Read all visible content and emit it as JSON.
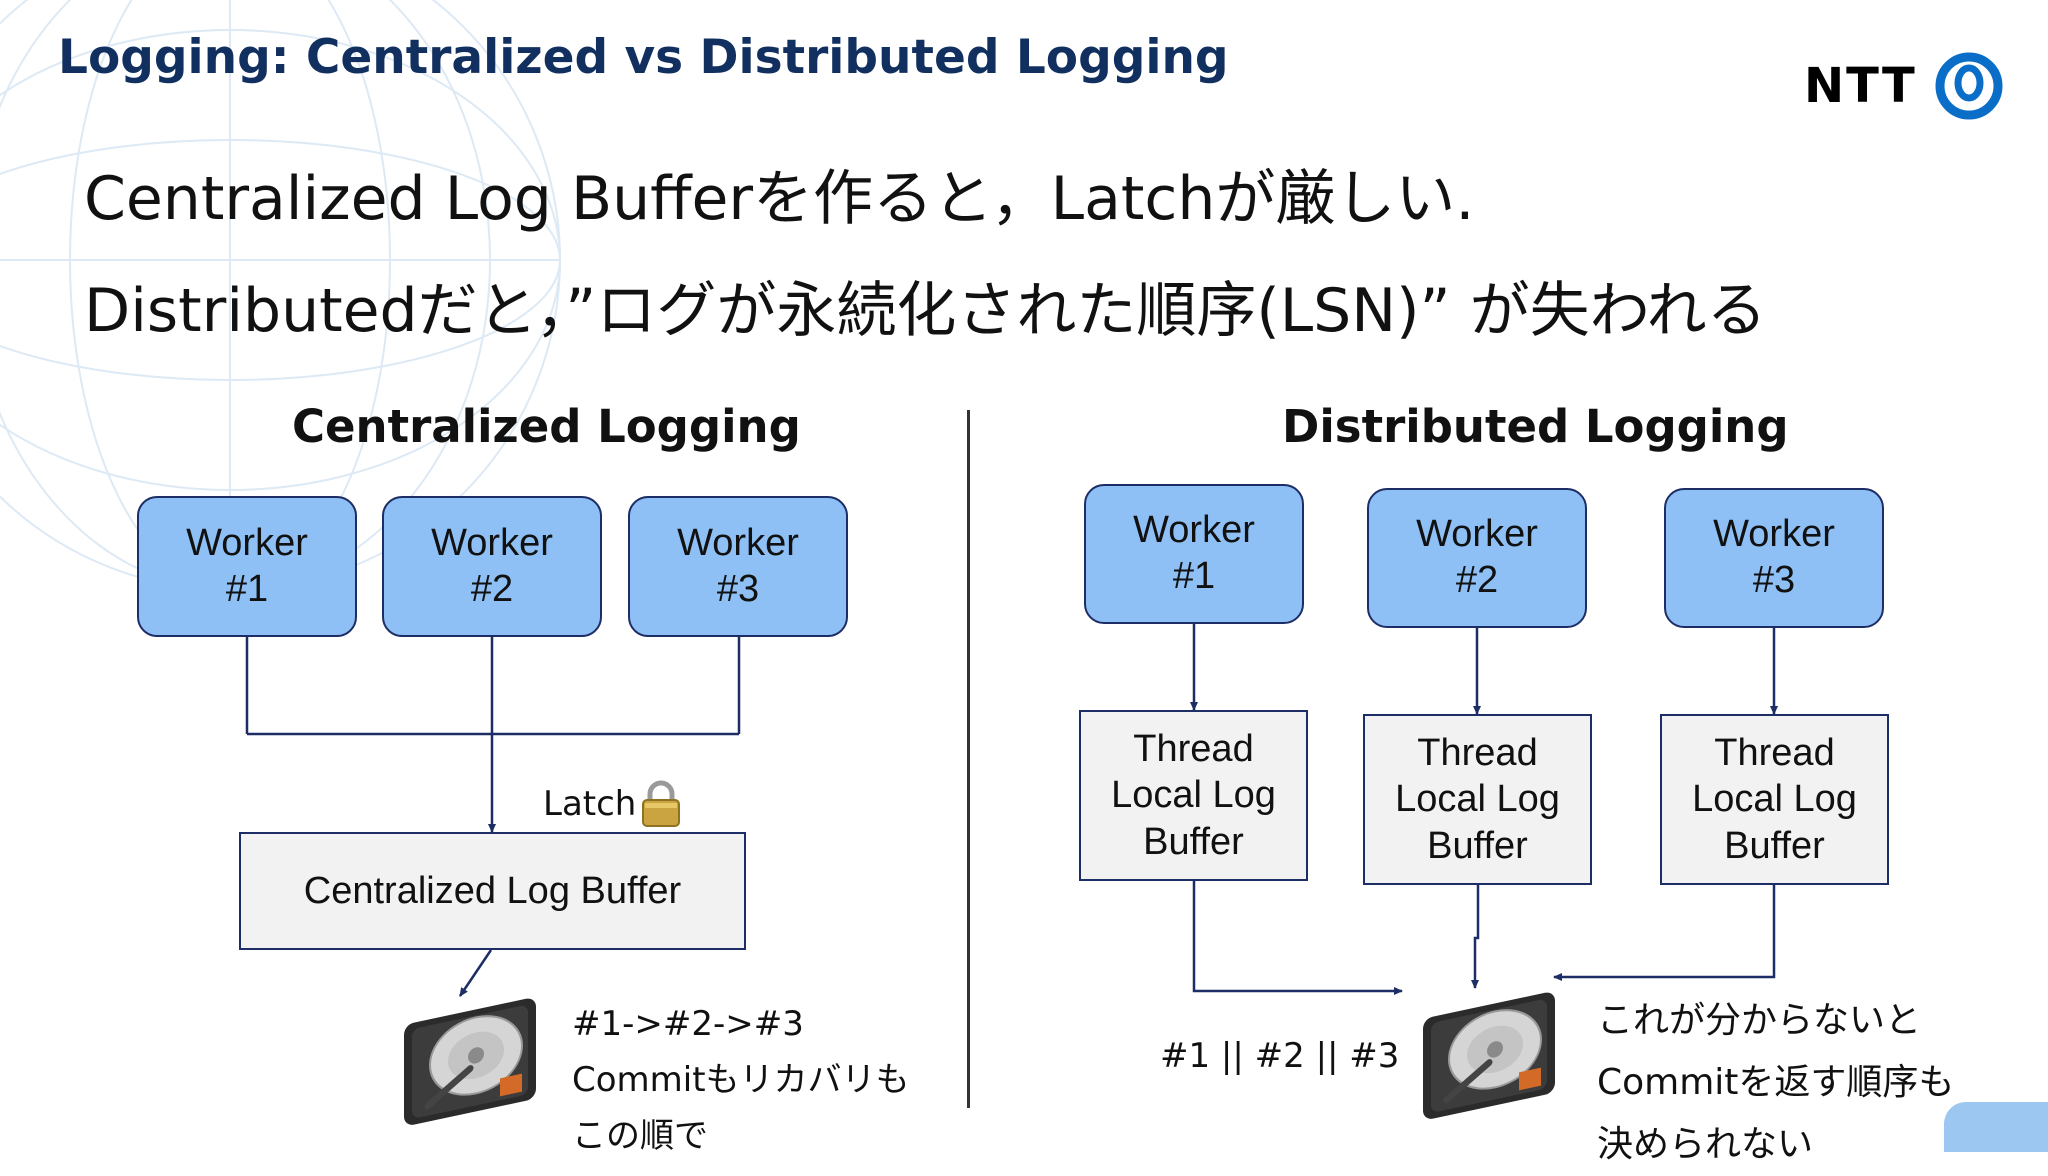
{
  "slide": {
    "title": "Logging: Centralized vs Distributed Logging",
    "logo_text": "NTT",
    "logo_icon": "ntt-ring-logo",
    "accent_color": "#12305f"
  },
  "bullets": [
    "Centralized Log Bufferを作ると，Latchが厳しい.",
    "Distributedだと，”ログが永続化された順序(LSN)” が失われる"
  ],
  "centralized": {
    "title": "Centralized Logging",
    "workers": [
      {
        "line1": "Worker",
        "line2": "#1"
      },
      {
        "line1": "Worker",
        "line2": "#2"
      },
      {
        "line1": "Worker",
        "line2": "#3"
      }
    ],
    "latch_label": "Latch",
    "latch_icon": "lock-icon",
    "buffer_label": "Centralized Log Buffer",
    "disk_icon": "hard-disk-icon",
    "note": [
      "#1->#2->#3",
      "Commitもリカバリも",
      "この順で"
    ]
  },
  "distributed": {
    "title": "Distributed Logging",
    "workers": [
      {
        "line1": "Worker",
        "line2": "#1"
      },
      {
        "line1": "Worker",
        "line2": "#2"
      },
      {
        "line1": "Worker",
        "line2": "#3"
      }
    ],
    "buffers": [
      {
        "line1": "Thread",
        "line2": "Local Log",
        "line3": "Buffer"
      },
      {
        "line1": "Thread",
        "line2": "Local Log",
        "line3": "Buffer"
      },
      {
        "line1": "Thread",
        "line2": "Local Log",
        "line3": "Buffer"
      }
    ],
    "order_label": "#1 || #2 || #3",
    "disk_icon": "hard-disk-icon",
    "note": [
      "これが分からないと",
      "Commitを返す順序も",
      "決められない"
    ]
  },
  "colors": {
    "worker_fill": "#8ec0f5",
    "box_border": "#1d2e66",
    "buffer_fill": "#f2f2f2"
  }
}
